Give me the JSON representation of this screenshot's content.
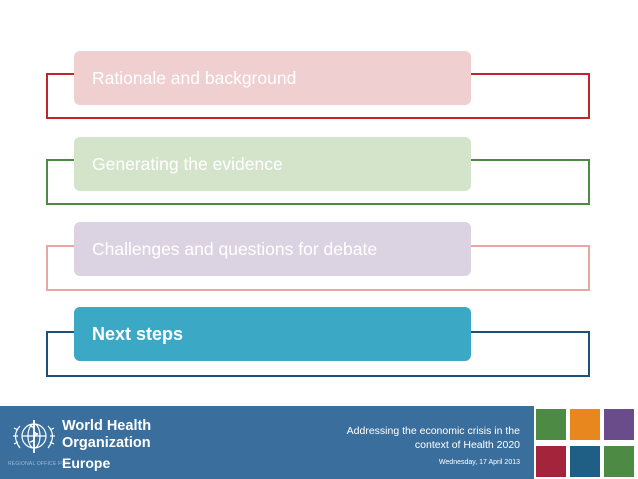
{
  "agenda": {
    "items": [
      {
        "label": "Rationale and background",
        "color": "#efcfcf",
        "frame_color": "#c0262b"
      },
      {
        "label": "Generating the evidence",
        "color": "#d4e4cb",
        "frame_color": "#4d8a44"
      },
      {
        "label": "Challenges and questions for debate",
        "color": "#dcd3e2",
        "frame_color": "#e6a7a2"
      },
      {
        "label": "Next steps",
        "color": "#3ba8c6",
        "frame_color": "#1f4f7b",
        "active": true
      }
    ]
  },
  "footer": {
    "org_line1": "World Health",
    "org_line2": "Organization",
    "region_prefix": "REGIONAL OFFICE FOR",
    "region": "Europe",
    "title_line1": "Addressing the economic crisis in the",
    "title_line2": "context of Health 2020",
    "date": "Wednesday, 17 April 2013",
    "background": "#3a6f9d"
  },
  "squares": {
    "colors": [
      "#4d8a44",
      "#e8871e",
      "#6b4c8a",
      "#a4243b",
      "#1f5f86",
      "#4d8a44"
    ]
  }
}
